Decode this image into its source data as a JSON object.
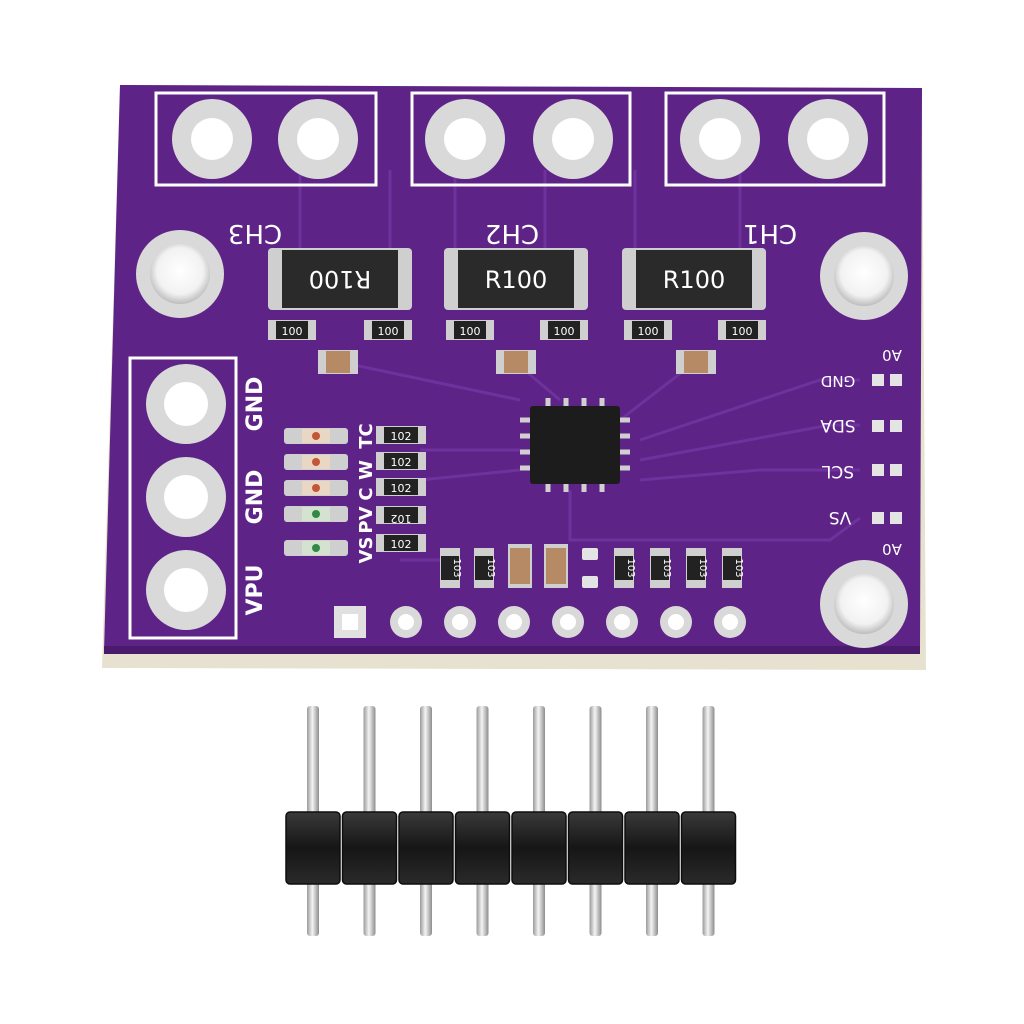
{
  "board": {
    "colors": {
      "pcb": "#5e2386",
      "pcb_edge": "#4a1a6c",
      "substrate": "#e7e2cf",
      "silkscreen": "#ffffff",
      "pad": "#d9d9d9",
      "resistor_body": "#2a2a2a",
      "capacitor": "#b58a64",
      "ic": "#1c1c1c",
      "header_plastic": "#1b1b1b",
      "header_pin": "#d8d8d8"
    },
    "channels": {
      "ch3": "CH3",
      "ch2": "CH2",
      "ch1": "CH1"
    },
    "shunts": {
      "ch3": "R100",
      "ch2": "R100",
      "ch1": "R100"
    },
    "small_resistor_code": "100",
    "led_resistor_code": "102",
    "bottom_resistor_code": "103",
    "left_pins": {
      "gnd_top": "GND",
      "gnd_mid": "GND",
      "vpu": "VPU"
    },
    "led_labels": {
      "vs": "VS",
      "pv": "PV",
      "c": "C",
      "w": "W",
      "tc": "TC"
    },
    "right_pins": {
      "a0_top": "A0",
      "gnd": "GND",
      "sda": "SDA",
      "scl": "SCL",
      "vs": "VS",
      "a0_bottom": "A0"
    },
    "header_pin_count": 8
  }
}
